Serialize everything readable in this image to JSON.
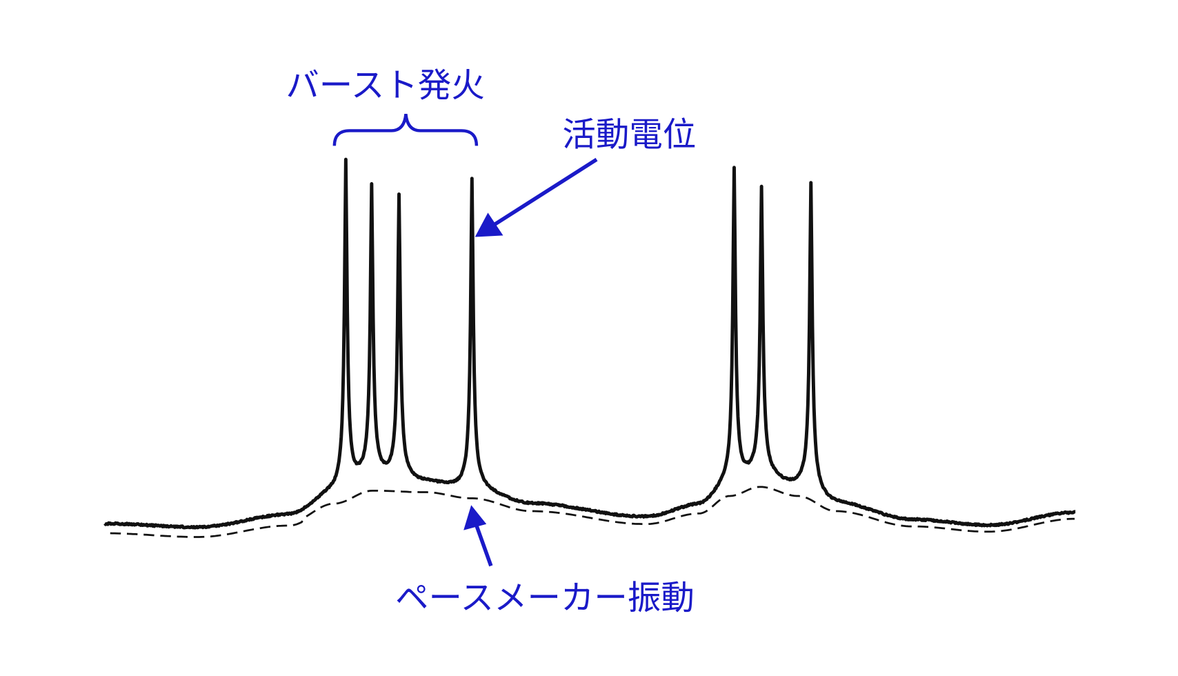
{
  "labels": {
    "burst": "バースト発火",
    "action_potential": "活動電位",
    "pacemaker": "ペースメーカー振動"
  },
  "colors": {
    "annotation": "#1a1ac8",
    "trace": "#111111"
  }
}
